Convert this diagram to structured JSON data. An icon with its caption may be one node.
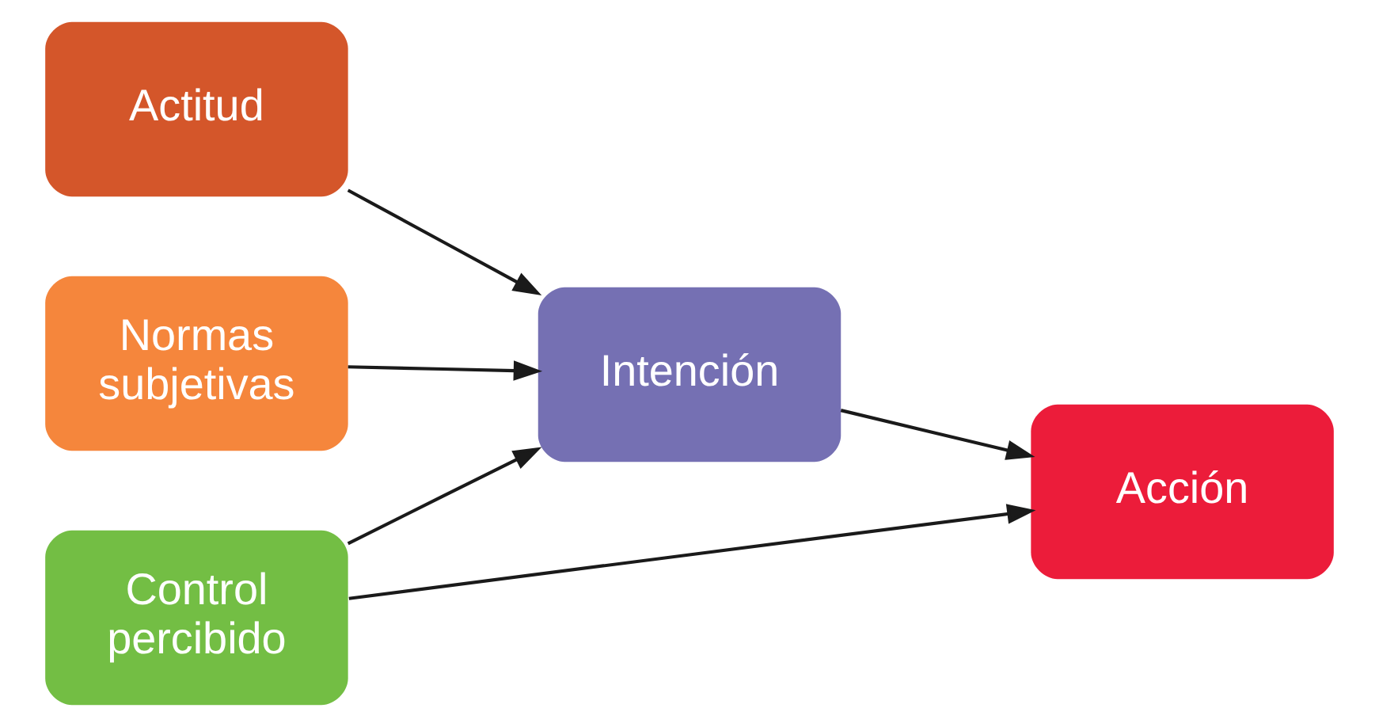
{
  "diagram": {
    "nodes": [
      {
        "text": [
          "Actitud"
        ]
      },
      {
        "text": [
          "Normas subjetivas"
        ]
      },
      {
        "text": [
          "Control percibido"
        ]
      },
      {
        "text": [
          "Intención"
        ]
      },
      {
        "text": [
          "Acción"
        ]
      }
    ],
    "edges": [
      {
        "from": 0,
        "to": 3,
        "arrow": "to"
      },
      {
        "from": 1,
        "to": 3,
        "arrow": "to"
      },
      {
        "from": 2,
        "to": 3,
        "arrow": "to"
      },
      {
        "from": 3,
        "to": 4,
        "arrow": "to"
      },
      {
        "from": 2,
        "to": 4,
        "arrow": "to"
      }
    ]
  }
}
